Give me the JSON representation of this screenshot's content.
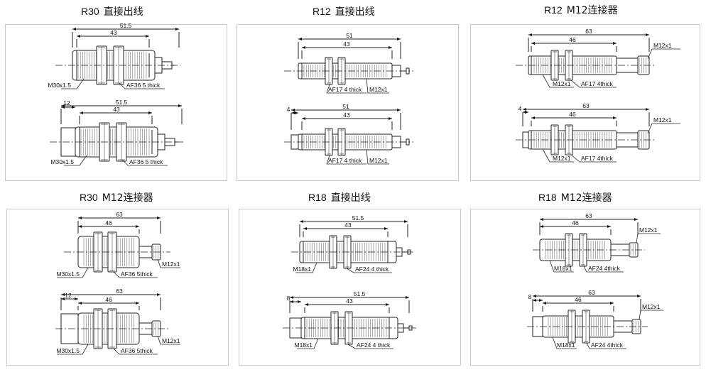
{
  "panels": [
    {
      "title_code": "R30",
      "title_type": "直接出线",
      "drawings": [
        {
          "dims": {
            "overall": "51.5",
            "body": "43"
          },
          "thread": "M30x1.5",
          "nut": "AF36 5 thick"
        },
        {
          "dims": {
            "overall": "51.5",
            "body": "43",
            "prefix": "12"
          },
          "thread": "M30x1.5",
          "nut": "AF36 5 thick"
        }
      ]
    },
    {
      "title_code": "R12",
      "title_type": "直接出线",
      "drawings": [
        {
          "dims": {
            "overall": "51",
            "body": "43"
          },
          "nut": "AF17 4 thick",
          "thread": "M12x1"
        },
        {
          "dims": {
            "overall": "51",
            "body": "43",
            "prefix": "4"
          },
          "nut": "AF17 4 thick",
          "thread": "M12x1"
        }
      ]
    },
    {
      "title_code": "R12",
      "title_type": "M12连接器",
      "drawings": [
        {
          "dims": {
            "overall": "63",
            "body": "46"
          },
          "connector": "M12x1",
          "thread": "M12x1",
          "nut": "AF17 4thick"
        },
        {
          "dims": {
            "overall": "63",
            "body": "46",
            "prefix": "4"
          },
          "connector": "M12x1",
          "thread": "M12x1",
          "nut": "AF17 4thick"
        }
      ]
    },
    {
      "title_code": "R30",
      "title_type": "M12连接器",
      "drawings": [
        {
          "dims": {
            "overall": "63",
            "body": "46"
          },
          "connector": "M12x1",
          "thread": "M30x1.5",
          "nut": "AF36 5thick"
        },
        {
          "dims": {
            "overall": "63",
            "body": "46",
            "prefix": "12"
          },
          "connector": "M12x1",
          "thread": "M30x1.5",
          "nut": "AF36 5thick"
        }
      ]
    },
    {
      "title_code": "R18",
      "title_type": "直接出线",
      "drawings": [
        {
          "dims": {
            "overall": "51.5",
            "body": "43"
          },
          "thread": "M18x1",
          "nut": "AF24 4 thick"
        },
        {
          "dims": {
            "overall": "51.5",
            "body": "43",
            "prefix": "8"
          },
          "thread": "M18x1",
          "nut": "AF24 4 thick"
        }
      ]
    },
    {
      "title_code": "R18",
      "title_type": "M12连接器",
      "drawings": [
        {
          "dims": {
            "overall": "63",
            "body": "46"
          },
          "connector": "M12x1",
          "thread": "M18x1",
          "nut": "AF24 4thick"
        },
        {
          "dims": {
            "overall": "63",
            "body": "46",
            "prefix": "8"
          },
          "connector": "M12x1",
          "thread": "M18x1",
          "nut": "AF24 4thick"
        }
      ]
    }
  ]
}
